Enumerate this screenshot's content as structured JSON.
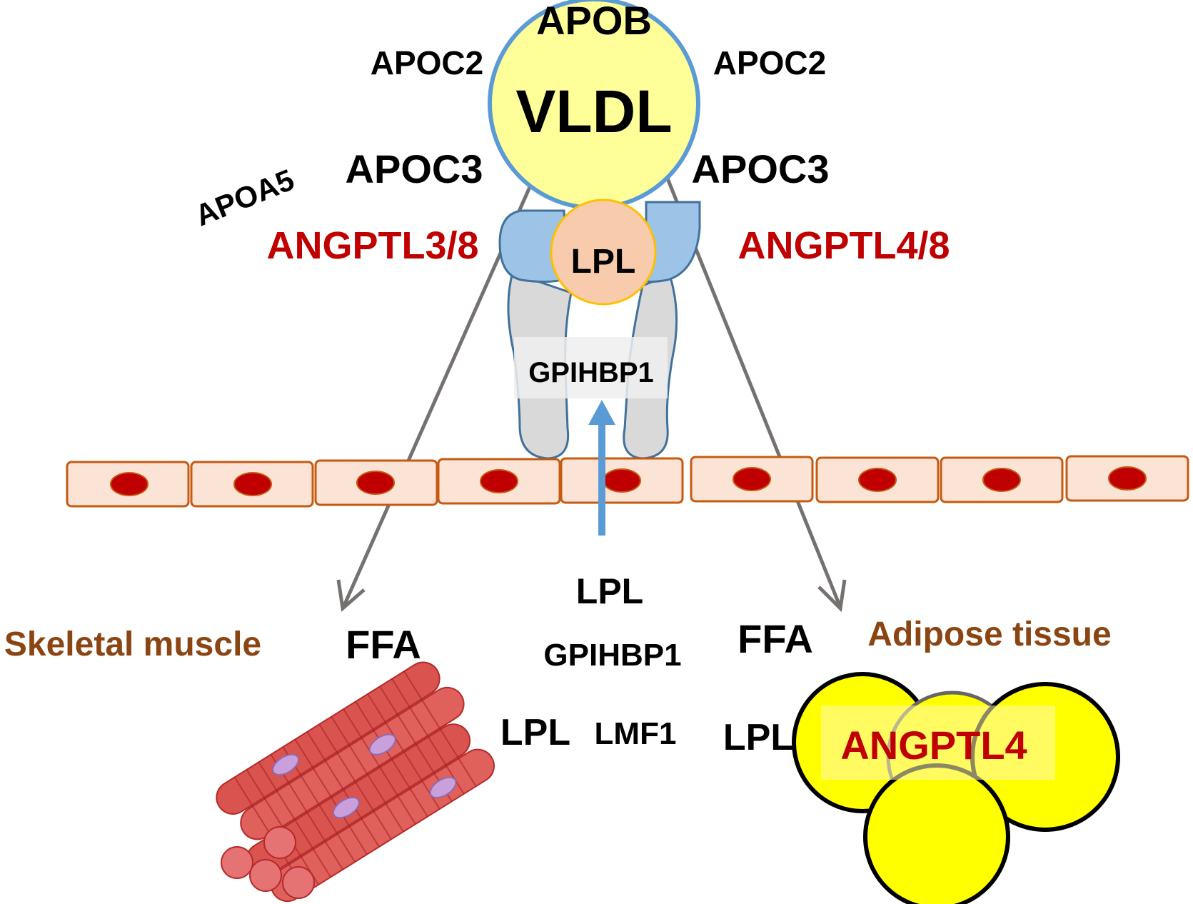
{
  "vldl": {
    "title": "VLDL",
    "apob": "APOB",
    "apoc2_left": "APOC2",
    "apoc2_right": "APOC2",
    "apoc3_left": "APOC3",
    "apoc3_right": "APOC3",
    "apoa5": "APOA5"
  },
  "regulators": {
    "left": "ANGPTL3/8",
    "right": "ANGPTL4/8"
  },
  "complex": {
    "lpl": "LPL",
    "gpihbp1": "GPIHBP1"
  },
  "transport": {
    "lpl": "LPL",
    "gpihbp1": "GPIHBP1",
    "lmf1": "LMF1"
  },
  "muscle": {
    "title": "Skeletal muscle",
    "ffa": "FFA",
    "lpl": "LPL"
  },
  "adipose": {
    "title": "Adipose tissue",
    "ffa": "FFA",
    "lpl": "LPL",
    "angptl4": "ANGPTL4"
  },
  "colors": {
    "vldl_fill": "#ffff99",
    "vldl_stroke": "#5b9bd5",
    "regulator_red": "#c00000",
    "tissue_brown": "#8b4513",
    "lpl_fill": "#f8cbad",
    "receptor_blue": "#9dc3e6",
    "gpihbp1_gray": "#d9d9d9",
    "endothelial_fill": "#fbe4d5",
    "endothelial_stroke": "#c55a11",
    "nucleus": "#c00000",
    "arrow_gray": "#767171",
    "arrow_blue": "#5b9bd5",
    "adipocyte_fill": "#ffff00",
    "muscle_red": "#d9534f"
  }
}
